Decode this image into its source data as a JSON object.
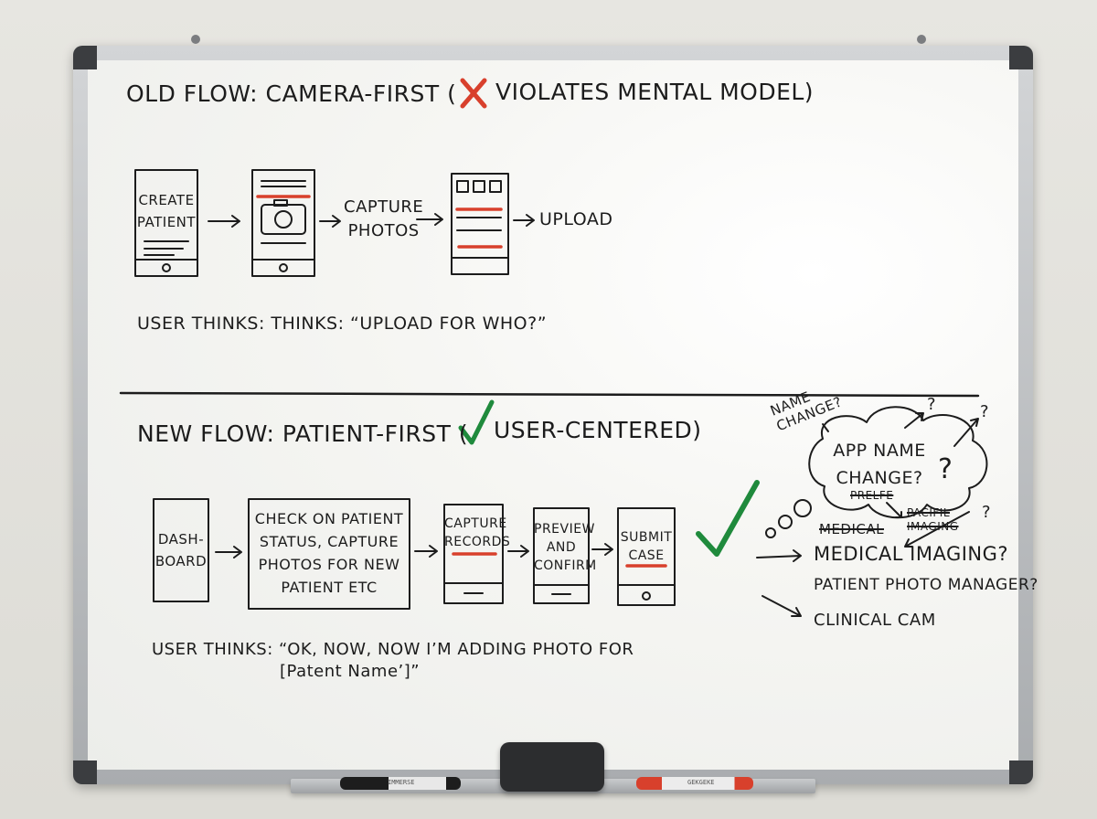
{
  "old_flow": {
    "heading": "OLD FLOW: CAMERA-FIRST (",
    "verdict": "VIOLATES MENTAL MODEL)",
    "steps": {
      "create_patient": [
        "CREATE",
        "PATIENT"
      ],
      "capture_photos": [
        "CAPTURE",
        "PHOTOS"
      ],
      "upload": "UPLOAD"
    },
    "user_thinks": "USER THINKS: THINKS: “UPLOAD FOR WHO?”"
  },
  "new_flow": {
    "heading": "NEW FLOW: PATIENT-FIRST (",
    "verdict": "USER-CENTERED)",
    "steps": {
      "dashboard": [
        "DASH-",
        "BOARD"
      ],
      "check_status": [
        "CHECK ON PATIENT",
        "STATUS, CAPTURE",
        "PHOTOS FOR NEW",
        "PATIENT ETC"
      ],
      "capture_records": [
        "CAPTURE",
        "RECORDS"
      ],
      "preview_confirm": [
        "PREVIEW",
        "AND",
        "CONFIRM"
      ],
      "submit_case": [
        "SUBMIT",
        "CASE"
      ]
    },
    "user_thinks_line1": "USER THINKS: “OK, NOW, NOW I’M ADDING PHOTO FOR",
    "user_thinks_line2": "[Patent Name’]”"
  },
  "naming": {
    "name_change": [
      "NAME",
      "CHANGE?"
    ],
    "cloud_text": [
      "APP NAME",
      "CHANGE?"
    ],
    "cloud_question": "?",
    "struck_cloud": "PRELFE",
    "struck_medical": "MEDICAL",
    "struck_imaging": [
      "PACIFIL",
      "IMAGING"
    ],
    "question_marks": [
      "?",
      "?",
      "?"
    ],
    "options": [
      "MEDICAL IMAGING?",
      "PATIENT PHOTO MANAGER?",
      "CLINICAL CAM"
    ]
  },
  "markers": {
    "black_label": "IMMERSE",
    "red_label": "GEKGEKE"
  },
  "colors": {
    "ink": "#1c1c1c",
    "red": "#d8402c",
    "green": "#1f8a3c"
  }
}
